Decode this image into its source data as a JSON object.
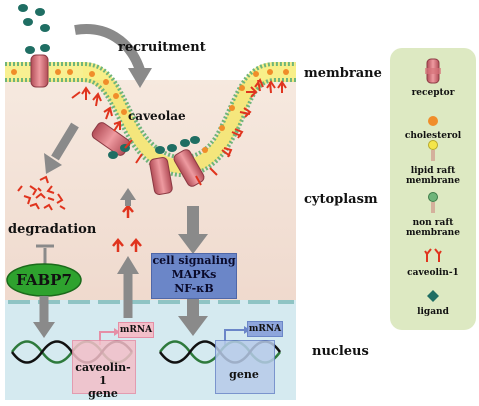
{
  "labels": {
    "recruitment": "recruitment",
    "membrane": "membrane",
    "caveolae": "caveolae",
    "cytoplasm": "cytoplasm",
    "degradation": "degradation",
    "nucleus": "nucleus"
  },
  "fabp7": "FABP7",
  "signaling": {
    "line1": "cell signaling",
    "line2": "MAPKs",
    "line3": "NF-κB"
  },
  "mrna_left": "mRNA",
  "mrna_right": "mRNA",
  "gene_left": {
    "line1": "caveolin-1",
    "line2": "gene"
  },
  "gene_right": "gene",
  "legend": [
    {
      "icon": "receptor-icon",
      "label": "receptor"
    },
    {
      "icon": "cholesterol-icon",
      "label": "cholesterol"
    },
    {
      "icon": "lipid-raft-icon",
      "label": "lipid raft\nmembrane"
    },
    {
      "icon": "non-raft-icon",
      "label": "non raft\nmembrane"
    },
    {
      "icon": "caveolin-icon",
      "label": "caveolin-1"
    },
    {
      "icon": "ligand-icon",
      "label": "ligand"
    }
  ],
  "colors": {
    "cytoplasm": "#f3e2d8",
    "nucleus": "#d5eaf0",
    "receptor": "#d7737a",
    "caveolin": "#e0341e",
    "ligand": "#1f6e63",
    "cholesterol": "#f08d2a",
    "raft": "#f4e64a",
    "signaling_box": "#6b86c8",
    "fabp7": "#2ea22e",
    "arrow": "#7a7a7a",
    "legend_bg": "#dde9c2"
  }
}
